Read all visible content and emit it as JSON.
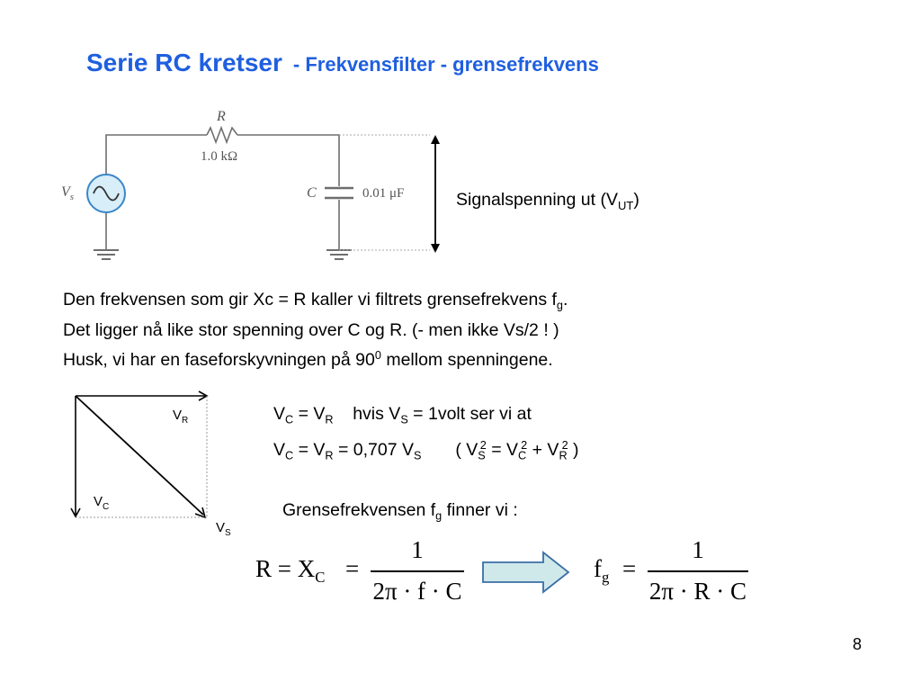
{
  "slide": {
    "title_main": "Serie RC kretser",
    "title_sub": "- Frekvensfilter - grensefrekvens",
    "page_number": "8",
    "accent_color": "#1f5fe0"
  },
  "circuit": {
    "resistor_symbol": "R",
    "resistor_value": "1.0 kΩ",
    "capacitor_symbol": "C",
    "capacitor_value": "0.01 μF",
    "source_V": "V",
    "source_s": "s",
    "output_label": "Signalspenning ut  (V",
    "output_sub": "UT",
    "output_close": ")"
  },
  "text": {
    "line1": "Den frekvensen som gir Xc = R kaller vi filtrets grensefrekvens f",
    "line1_sub": "g",
    "line1_end": ".",
    "line2": "Det ligger nå like stor spenning over C og R. (- men ikke Vs/2 ! )",
    "line3": "Husk, vi har en faseforskyvningen på 90",
    "line3_sup": "0",
    "line3_end": " mellom spenningene."
  },
  "phasor": {
    "vr_V": "V",
    "vr_sub": "R",
    "vc_V": "V",
    "vc_sub": "C",
    "vs_V": "V",
    "vs_sub": "S"
  },
  "equations": {
    "eq1_a": "V",
    "eq1_a_sub": "C",
    "eq1_b": " = V",
    "eq1_b_sub": "R",
    "eq1_c": "    hvis V",
    "eq1_c_sub": "S",
    "eq1_d": " = 1volt ser vi at",
    "eq2_a": "V",
    "eq2_a_sub": "C",
    "eq2_b": " = V",
    "eq2_b_sub": "R",
    "eq2_c": " = 0,707 V",
    "eq2_c_sub": "S",
    "eq2_d": "       ( V",
    "eq2_d_sub": "S",
    "eq2_d_sup": "2",
    "eq2_e": " = V",
    "eq2_e_sub": "C",
    "eq2_e_sup": "2",
    "eq2_f": " + V",
    "eq2_f_sub": "R",
    "eq2_f_sup": "2",
    "eq2_g": " )",
    "cutoff_label": "Grensefrekvensen f",
    "cutoff_sub": "g",
    "cutoff_end": " finner vi :"
  },
  "formula": {
    "lhs": "R = X",
    "lhs_sub": "C",
    "eq_sign": "=",
    "num1": "1",
    "den1": "2π · f · C",
    "rhs_f": "f",
    "rhs_sub": "g",
    "eq_sign2": "=",
    "num2": "1",
    "den2": "2π · R · C",
    "arrow_fill": "#cfe8ea",
    "arrow_stroke": "#3a6ea5"
  }
}
